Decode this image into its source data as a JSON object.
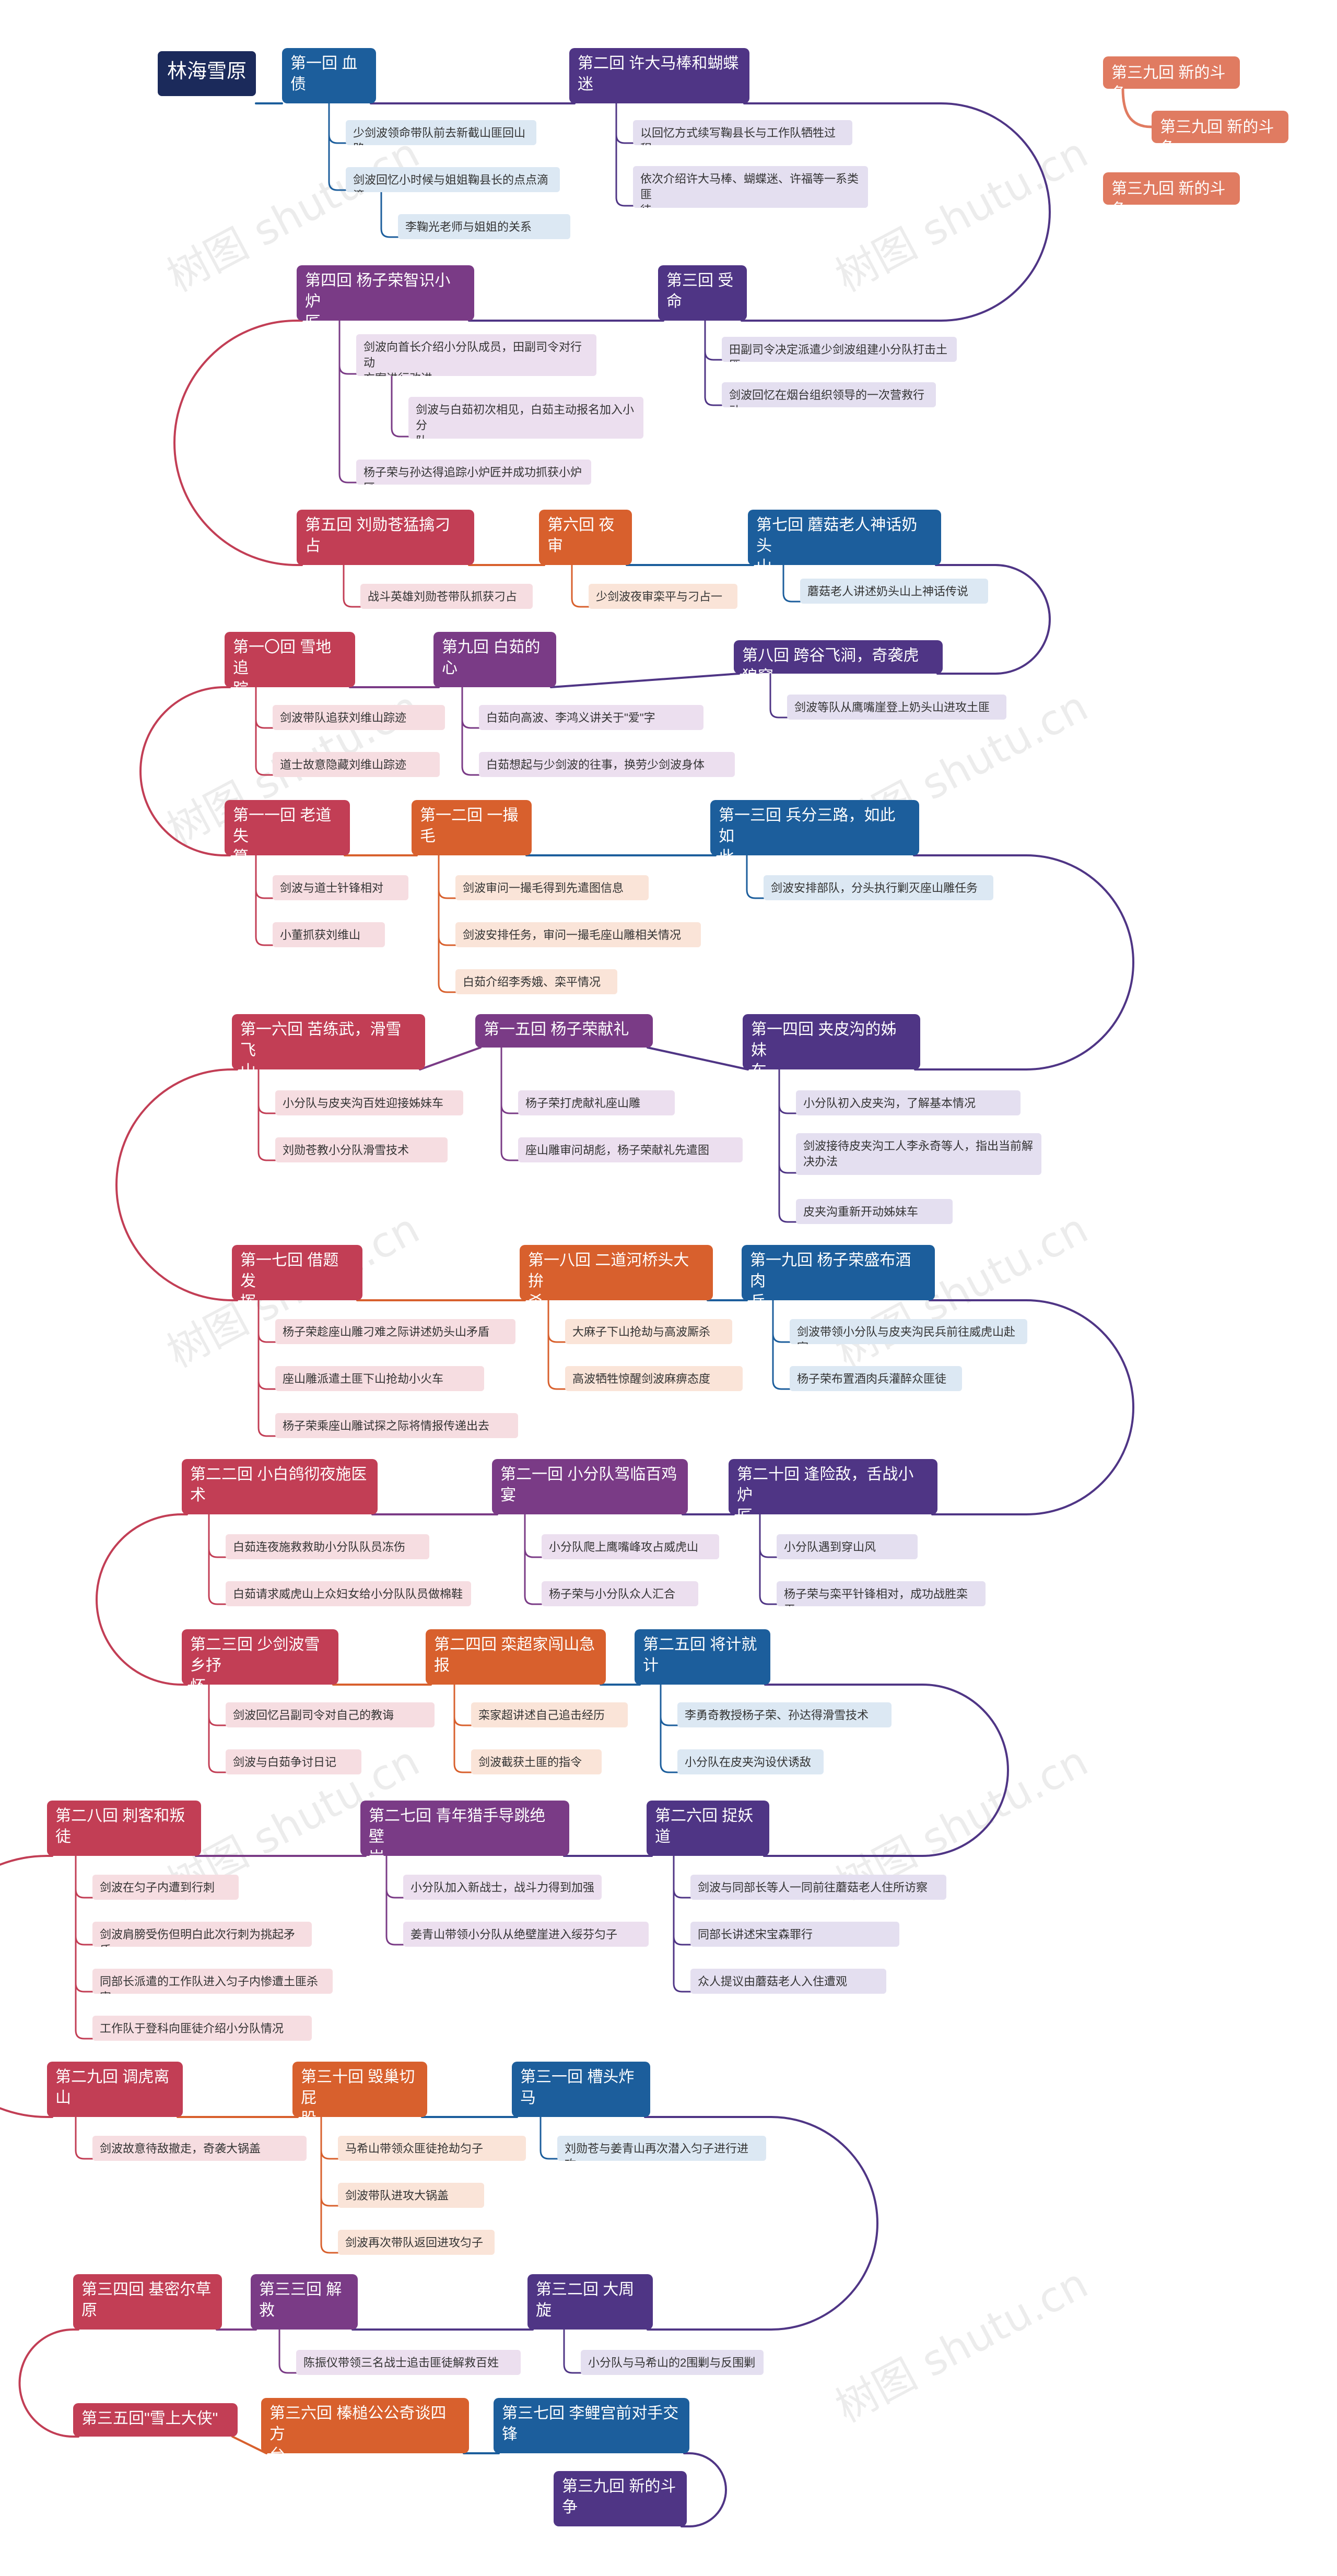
{
  "root": "林海雪原",
  "colors": {
    "navy": "#1b2a5b",
    "blue": "#1c5e9c",
    "purple": "#4f3585",
    "plum": "#7a3b86",
    "crimson": "#c23e55",
    "orange": "#d8602d",
    "float": "#e07b61",
    "leaf_blue": "#dce8f3",
    "leaf_purple": "#e4dff0",
    "leaf_plum": "#ecdfef",
    "leaf_red": "#f6dde1",
    "leaf_orange": "#fae4d8",
    "watermark": "#dcdcdc"
  },
  "watermark": "树图 shutu.cn",
  "floating": [
    "第三九回 新的斗争",
    "第三九回 新的斗争",
    "第三九回 新的斗争"
  ],
  "chapters": [
    {
      "title": "第一回 血\n债",
      "details": [
        "少剑波领命带队前去新截山匪回山路",
        "剑波回忆小时候与姐姐鞠县长的点点滴滴",
        "李鞠光老师与姐姐的关系"
      ]
    },
    {
      "title": "第二回 许大马棒和蝴蝶\n迷",
      "details": [
        "以回忆方式续写鞠县长与工作队牺牲过程",
        "依次介绍许大马棒、蝴蝶迷、许福等一系类匪\n徒"
      ]
    },
    {
      "title": "第三回 受\n命",
      "details": [
        "田副司令决定派遣少剑波组建小分队打击土匪",
        "剑波回忆在烟台组织领导的一次营救行动"
      ]
    },
    {
      "title": "第四回 杨子荣智识小炉\n匠",
      "details": [
        "剑波向首长介绍小分队成员，田副司令对行动\n方案进行改进",
        "剑波与白茹初次相见，白茹主动报名加入小分\n队",
        "杨子荣与孙达得追踪小炉匠并成功抓获小炉匠"
      ]
    },
    {
      "title": "第五回 刘勋苍猛擒刁占\n一",
      "details": [
        "战斗英雄刘勋苍带队抓获刁占一"
      ]
    },
    {
      "title": "第六回 夜\n审",
      "details": [
        "少剑波夜审栾平与刁占一"
      ]
    },
    {
      "title": "第七回 蘑菇老人神话奶头\n山",
      "details": [
        "蘑菇老人讲述奶头山上神话传说"
      ]
    },
    {
      "title": "第八回 跨谷飞涧，奇袭虎狼窝",
      "details": [
        "剑波等队从鹰嘴崖登上奶头山进攻土匪"
      ]
    },
    {
      "title": "第九回 白茹的\n心",
      "details": [
        "白茹向高波、李鸿义讲关于\"爱\"字",
        "白茹想起与少剑波的往事，换劳少剑波身体"
      ]
    },
    {
      "title": "第一〇回 雪地追\n踪",
      "details": [
        "剑波带队追获刘维山踪迹",
        "道士故意隐藏刘维山踪迹"
      ]
    },
    {
      "title": "第一一回 老道失\n算",
      "details": [
        "剑波与道士针锋相对",
        "小董抓获刘维山"
      ]
    },
    {
      "title": "第一二回 一撮\n毛",
      "details": [
        "剑波审问一撮毛得到先遣图信息",
        "剑波安排任务，审问一撮毛座山雕相关情况",
        "白茹介绍李秀娥、栾平情况"
      ]
    },
    {
      "title": "第一三回 兵分三路，如此如\n此",
      "details": [
        "剑波安排部队，分头执行剿灭座山雕任务"
      ]
    },
    {
      "title": "第一四回 夹皮沟的姊妹\n车",
      "details": [
        "小分队初入皮夹沟，了解基本情况",
        "剑波接待皮夹沟工人李永奇等人，指出当前解\n决办法",
        "皮夹沟重新开动姊妹车"
      ]
    },
    {
      "title": "第一五回 杨子荣献礼",
      "details": [
        "杨子荣打虎献礼座山雕",
        "座山雕审问胡彪，杨子荣献礼先遣图"
      ]
    },
    {
      "title": "第一六回 苦练武，滑雪飞\n山",
      "details": [
        "小分队与皮夹沟百姓迎接姊妹车",
        "刘勋苍教小分队滑雪技术"
      ]
    },
    {
      "title": "第一七回 借题发\n挥",
      "details": [
        "杨子荣趁座山雕刁难之际讲述奶头山矛盾",
        "座山雕派遣土匪下山抢劫小火车",
        "杨子荣乘座山雕试探之际将情报传递出去"
      ]
    },
    {
      "title": "第一八回 二道河桥头大拚\n杀",
      "details": [
        "大麻子下山抢劫与高波厮杀",
        "高波牺牲惊醒剑波麻痹态度"
      ]
    },
    {
      "title": "第一九回 杨子荣盛布酒肉\n兵",
      "details": [
        "剑波带领小分队与皮夹沟民兵前往威虎山赴宴",
        "杨子荣布置酒肉兵灌醉众匪徒"
      ]
    },
    {
      "title": "第二十回 逢险敌，舌战小炉\n匠",
      "details": [
        "小分队遇到穿山风",
        "杨子荣与栾平针锋相对，成功战胜栾平"
      ]
    },
    {
      "title": "第二一回 小分队驾临百鸡\n宴",
      "details": [
        "小分队爬上鹰嘴峰攻占威虎山",
        "杨子荣与小分队众人汇合"
      ]
    },
    {
      "title": "第二二回 小白鸽彻夜施医\n术",
      "details": [
        "白茹连夜施救救助小分队队员冻伤",
        "白茹请求威虎山上众妇女给小分队队员做棉鞋"
      ]
    },
    {
      "title": "第二三回 少剑波雪乡抒\n怀",
      "details": [
        "剑波回忆吕副司令对自己的教诲",
        "剑波与白茹争讨日记"
      ]
    },
    {
      "title": "第二四回 栾超家闯山急\n报",
      "details": [
        "栾家超讲述自己追击经历",
        "剑波截获土匪的指令"
      ]
    },
    {
      "title": "第二五回 将计就\n计",
      "details": [
        "李勇奇教授杨子荣、孙达得滑雪技术",
        "小分队在皮夹沟设伏诱敌"
      ]
    },
    {
      "title": "第二六回 捉妖\n道",
      "details": [
        "剑波与同部长等人一同前往蘑菇老人住所访察",
        "同部长讲述宋宝森罪行",
        "众人提议由蘑菇老人入住遭观"
      ]
    },
    {
      "title": "第二七回 青年猎手导跳绝壁\n岩",
      "details": [
        "小分队加入新战士，战斗力得到加强",
        "姜青山带领小分队从绝壁崖进入绥芬匀子"
      ]
    },
    {
      "title": "第二八回 刺客和叛\n徒",
      "details": [
        "剑波在匀子内遭到行刺",
        "剑波肩膀受伤但明白此次行刺为挑起矛盾",
        "同部长派遣的工作队进入匀子内惨遭土匪杀害",
        "工作队于登科向匪徒介绍小分队情况"
      ]
    },
    {
      "title": "第二九回 调虎离\n山",
      "details": [
        "剑波故意待敌撤走，奇袭大锅盖"
      ]
    },
    {
      "title": "第三十回 毁巢切屁\n股",
      "details": [
        "马希山带领众匪徒抢劫匀子",
        "剑波带队进攻大锅盖",
        "剑波再次带队返回进攻匀子"
      ]
    },
    {
      "title": "第三一回 槽头炸\n马",
      "details": [
        "刘勋苍与姜青山再次潜入匀子进行进攻"
      ]
    },
    {
      "title": "第三二回 大周\n旋",
      "details": [
        "小分队与马希山的2围剿与反围剿"
      ]
    },
    {
      "title": "第三三回 解\n救",
      "details": [
        "陈振仪带领三名战士追击匪徒解救百姓"
      ]
    },
    {
      "title": "第三四回 基密尔草\n原",
      "details": []
    },
    {
      "title": "第三五回\"雪上大侠\"",
      "details": []
    },
    {
      "title": "第三六回 榛槌公公奇谈四方\n台",
      "details": []
    },
    {
      "title": "第三七回 李鲤宫前对手交\n锋",
      "details": []
    },
    {
      "title": "第三九回 新的斗\n争",
      "details": []
    }
  ]
}
